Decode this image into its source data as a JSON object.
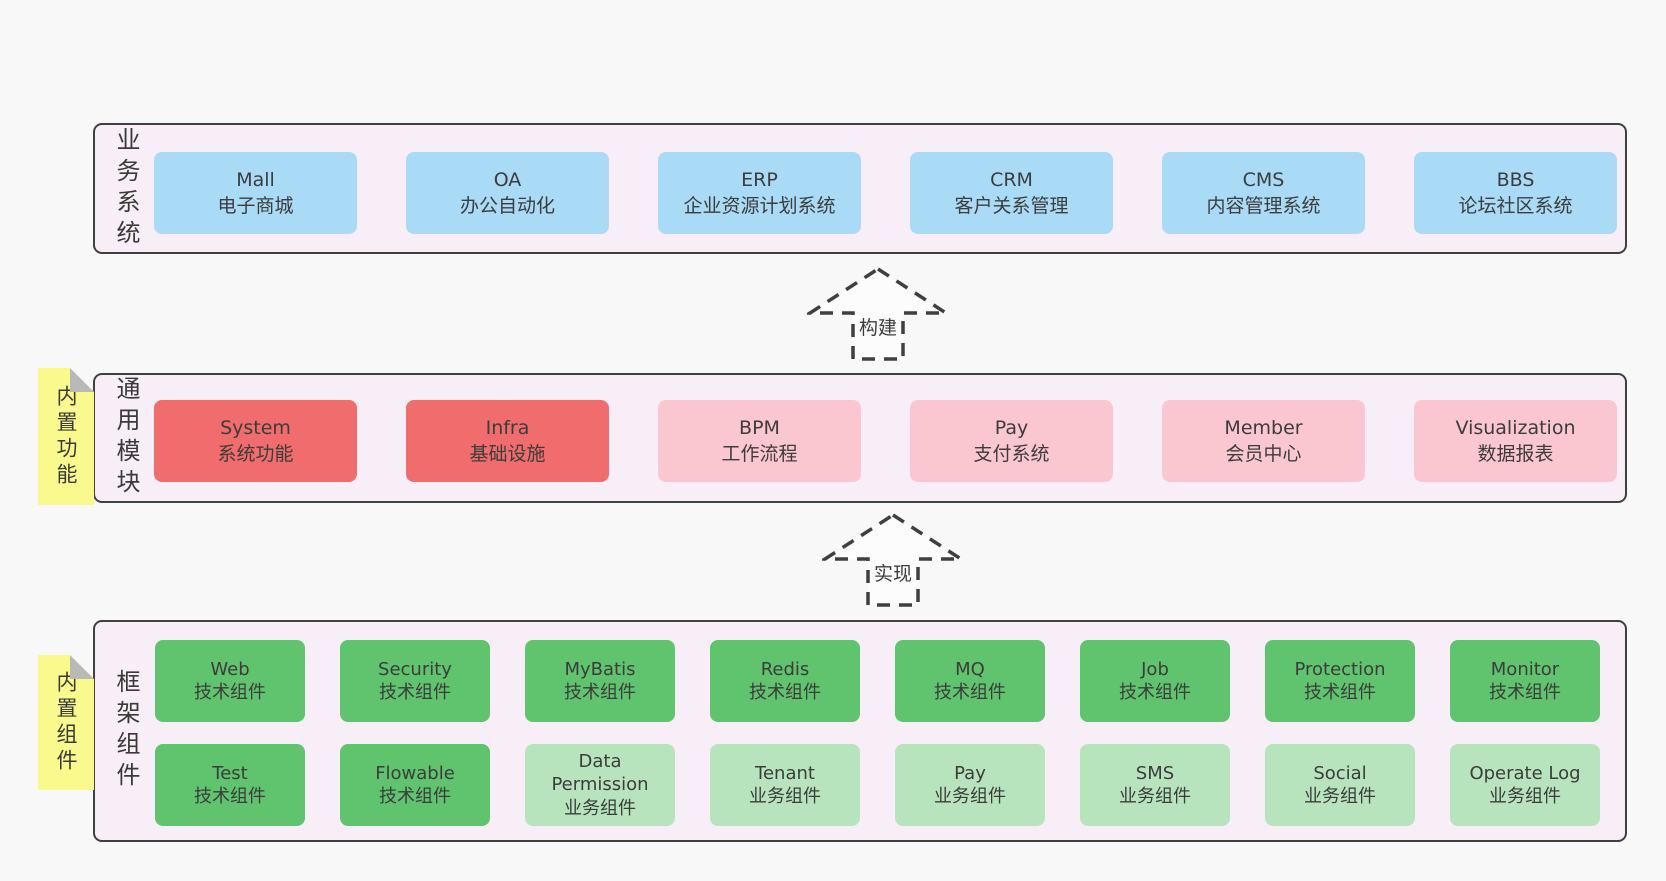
{
  "colors": {
    "page_background": "#f8f8f8",
    "layer_background": "#f8eef7",
    "layer_border": "#404040",
    "business_box": "#a9dbf6",
    "core_module_box": "#f16c6c",
    "optional_module_box": "#fac7d1",
    "tech_component_box": "#60c36d",
    "biz_component_box": "#b7e4bd",
    "sticky_note": "#f9f98e",
    "sticky_fold": "#b9b9b9",
    "text": "#3c3c3c"
  },
  "arrows": {
    "build": "构建",
    "implement": "实现"
  },
  "layers": {
    "business": {
      "label": "业务系统",
      "boxes": [
        {
          "title": "Mall",
          "subtitle": "电子商城"
        },
        {
          "title": "OA",
          "subtitle": "办公自动化"
        },
        {
          "title": "ERP",
          "subtitle": "企业资源计划系统"
        },
        {
          "title": "CRM",
          "subtitle": "客户关系管理"
        },
        {
          "title": "CMS",
          "subtitle": "内容管理系统"
        },
        {
          "title": "BBS",
          "subtitle": "论坛社区系统"
        }
      ]
    },
    "modules": {
      "label": "通用模块",
      "sticky": "内置功能",
      "boxes": [
        {
          "title": "System",
          "subtitle": "系统功能"
        },
        {
          "title": "Infra",
          "subtitle": "基础设施"
        },
        {
          "title": "BPM",
          "subtitle": "工作流程"
        },
        {
          "title": "Pay",
          "subtitle": "支付系统"
        },
        {
          "title": "Member",
          "subtitle": "会员中心"
        },
        {
          "title": "Visualization",
          "subtitle": "数据报表"
        }
      ]
    },
    "components": {
      "label": "框架组件",
      "sticky": "内置组件",
      "row1": [
        {
          "title": "Web",
          "subtitle": "技术组件"
        },
        {
          "title": "Security",
          "subtitle": "技术组件"
        },
        {
          "title": "MyBatis",
          "subtitle": "技术组件"
        },
        {
          "title": "Redis",
          "subtitle": "技术组件"
        },
        {
          "title": "MQ",
          "subtitle": "技术组件"
        },
        {
          "title": "Job",
          "subtitle": "技术组件"
        },
        {
          "title": "Protection",
          "subtitle": "技术组件"
        },
        {
          "title": "Monitor",
          "subtitle": "技术组件"
        }
      ],
      "row2": [
        {
          "title": "Test",
          "subtitle": "技术组件"
        },
        {
          "title": "Flowable",
          "subtitle": "技术组件"
        },
        {
          "title": "Data Permission",
          "subtitle": "业务组件"
        },
        {
          "title": "Tenant",
          "subtitle": "业务组件"
        },
        {
          "title": "Pay",
          "subtitle": "业务组件"
        },
        {
          "title": "SMS",
          "subtitle": "业务组件"
        },
        {
          "title": "Social",
          "subtitle": "业务组件"
        },
        {
          "title": "Operate Log",
          "subtitle": "业务组件"
        }
      ]
    }
  }
}
